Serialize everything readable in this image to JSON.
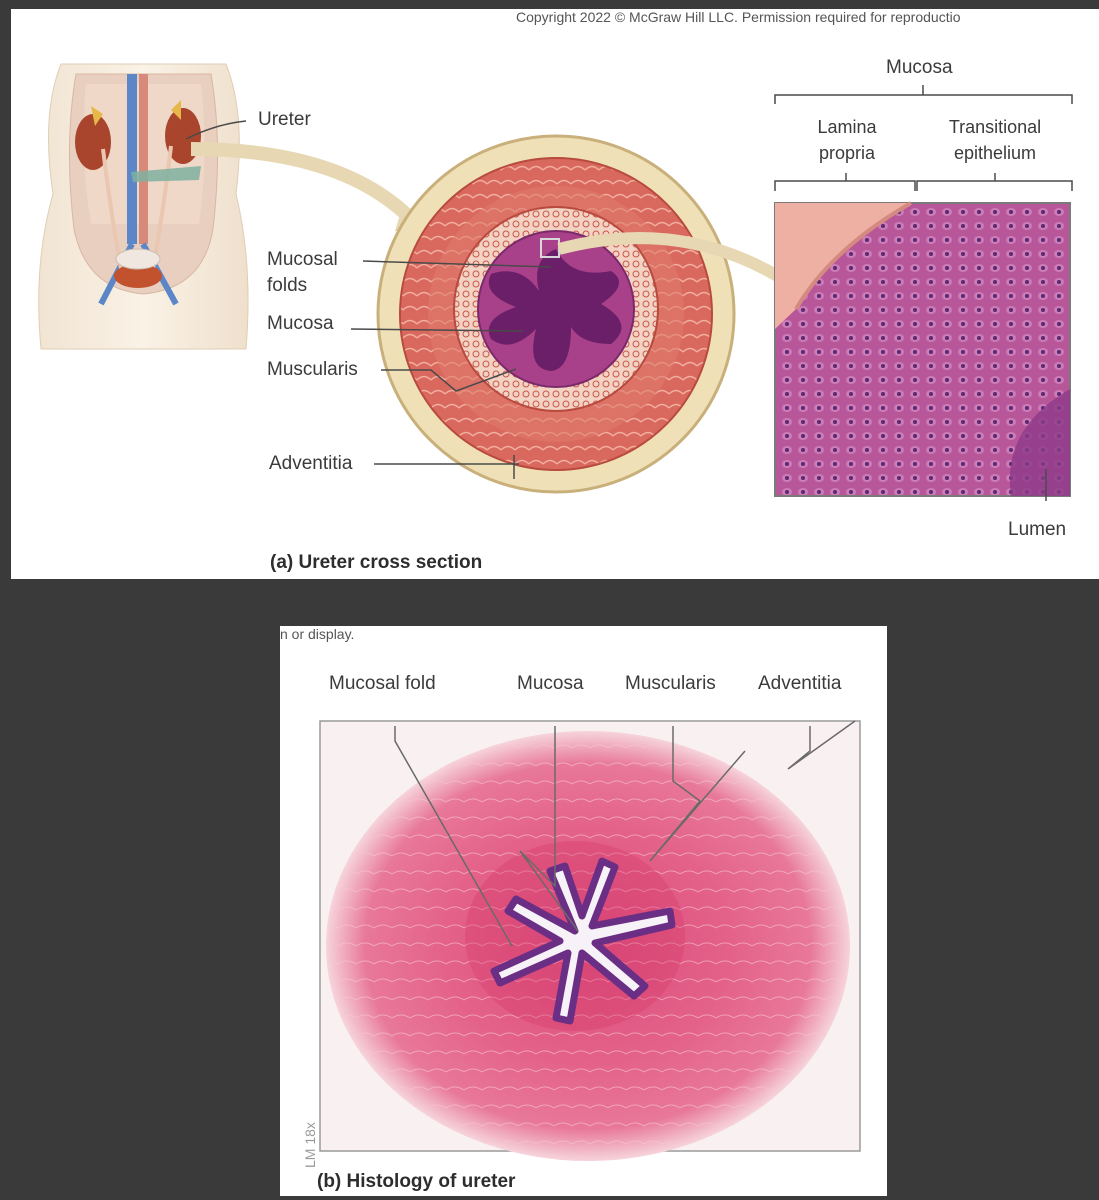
{
  "panel_a": {
    "copyright": "Copyright 2022 © McGraw Hill LLC. Permission required for reproductio",
    "labels": {
      "ureter": "Ureter",
      "mucosa_top": "Mucosa",
      "lamina_propria_1": "Lamina",
      "lamina_propria_2": "propria",
      "transitional_1": "Transitional",
      "transitional_2": "epithelium",
      "mucosal_folds_1": "Mucosal",
      "mucosal_folds_2": "folds",
      "mucosa": "Mucosa",
      "muscularis": "Muscularis",
      "adventitia": "Adventitia",
      "lumen": "Lumen"
    },
    "caption": "(a) Ureter cross section"
  },
  "panel_b": {
    "copyright_tail": "n or display.",
    "labels": {
      "mucosal_fold": "Mucosal fold",
      "mucosa": "Mucosa",
      "muscularis": "Muscularis",
      "adventitia": "Adventitia"
    },
    "magnification": "LM 18x",
    "caption": "(b) Histology of ureter"
  },
  "colors": {
    "background": "#3a3a3a",
    "adventitia": "#efe0b8",
    "muscularis": "#d9685e",
    "mucosa": "#a9418a",
    "histology_pink": "#e0557a",
    "leader_line": "#4a4a4a"
  }
}
